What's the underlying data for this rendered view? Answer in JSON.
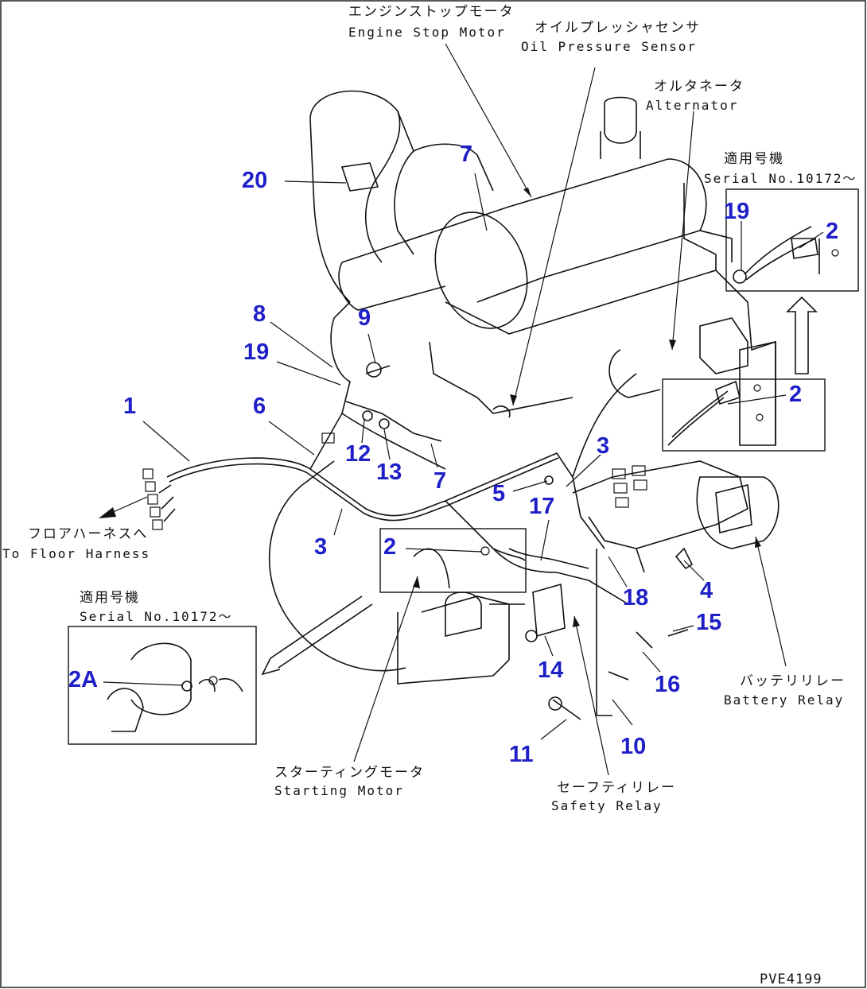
{
  "labels": {
    "engine_stop_motor_jp": "エンジンストップモータ",
    "engine_stop_motor_en": "Engine Stop Motor",
    "oil_pressure_sensor_jp": "オイルプレッシャセンサ",
    "oil_pressure_sensor_en": "Oil Pressure Sensor",
    "alternator_jp": "オルタネータ",
    "alternator_en": "Alternator",
    "serial_top_jp": "適用号機",
    "serial_top_en": "Serial No.10172～",
    "serial_left_jp": "適用号機",
    "serial_left_en": "Serial No.10172～",
    "floor_harness_jp": "フロアハーネスへ",
    "floor_harness_en": "To Floor Harness",
    "starting_motor_jp": "スターティングモータ",
    "starting_motor_en": "Starting Motor",
    "safety_relay_jp": "セーフティリレー",
    "safety_relay_en": "Safety Relay",
    "battery_relay_jp": "バッテリリレー",
    "battery_relay_en": "Battery Relay",
    "drawing_code": "PVE4199"
  },
  "callouts": {
    "c20": "20",
    "c7a": "7",
    "c19a": "19",
    "c2a": "2",
    "c8": "8",
    "c9": "9",
    "c19b": "19",
    "c1": "1",
    "c6": "6",
    "c12": "12",
    "c13": "13",
    "c7b": "7",
    "c2b": "2",
    "c3a": "3",
    "c5": "5",
    "c17": "17",
    "c3b": "3",
    "c2c": "2",
    "c4": "4",
    "c18": "18",
    "c15": "15",
    "c2A": "2A",
    "c14": "14",
    "c16": "16",
    "c11": "11",
    "c10": "10"
  }
}
